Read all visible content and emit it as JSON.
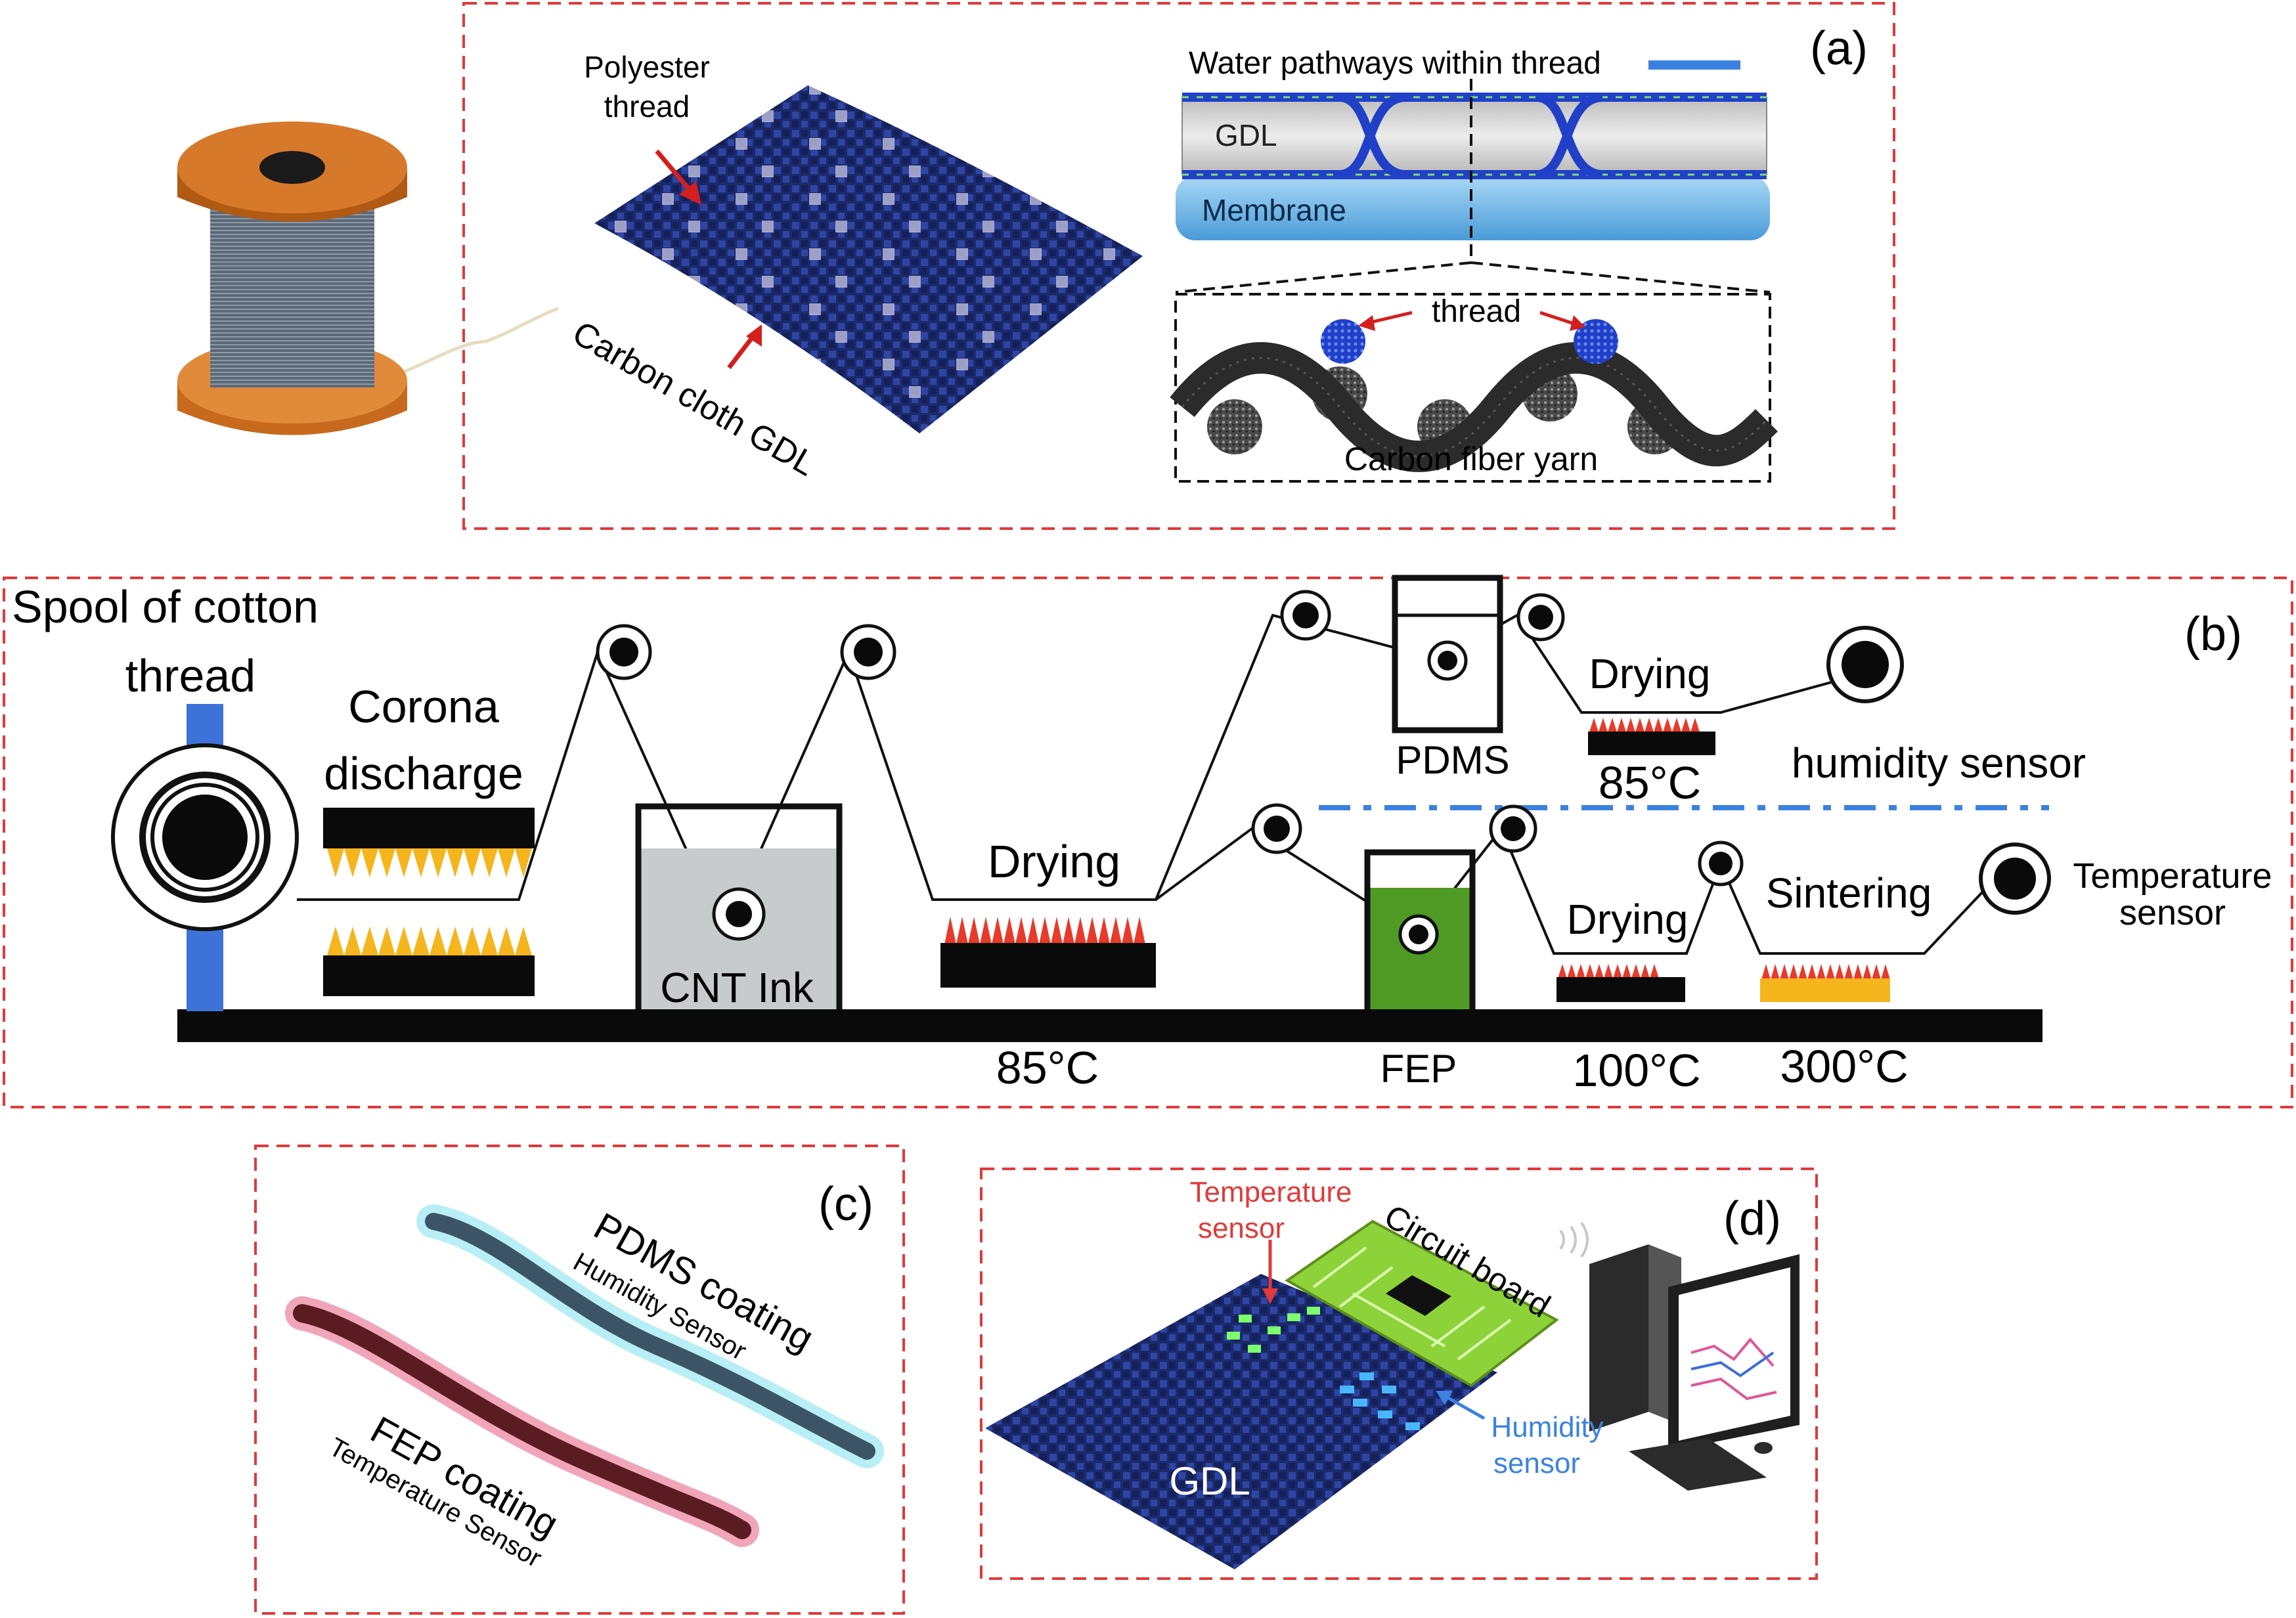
{
  "panel_a": {
    "tag": "(a)",
    "polyester_thread_1": "Polyester",
    "polyester_thread_2": "thread",
    "carbon_cloth": "Carbon cloth GDL",
    "water_pathways": "Water pathways within thread",
    "gdl": "GDL",
    "membrane": "Membrane",
    "thread": "thread",
    "carbon_fiber_yarn": "Carbon fiber yarn"
  },
  "panel_b": {
    "tag": "(b)",
    "spool_1": "Spool of cotton",
    "spool_2": "thread",
    "corona_1": "Corona",
    "corona_2": "discharge",
    "cnt_ink": "CNT Ink",
    "drying_1": "Drying",
    "temp_1": "85°C",
    "pdms": "PDMS",
    "drying_2": "Drying",
    "temp_2": "85°C",
    "humidity_sensor": "humidity sensor",
    "fep": "FEP",
    "drying_3": "Drying",
    "temp_3": "100°C",
    "sintering": "Sintering",
    "temp_4": "300°C",
    "temperature_sensor_1": "Temperature",
    "temperature_sensor_2": "sensor"
  },
  "panel_c": {
    "tag": "(c)",
    "pdms_coating": "PDMS coating",
    "humidity_sensor": "Humidity Sensor",
    "fep_coating": "FEP coating",
    "temperature_sensor": "Temperature Sensor"
  },
  "panel_d": {
    "tag": "(d)",
    "temperature_sensor_1": "Temperature",
    "temperature_sensor_2": "sensor",
    "circuit_board": "Circuit board",
    "humidity_sensor_1": "Humidity",
    "humidity_sensor_2": "sensor",
    "gdl": "GDL"
  },
  "colors": {
    "frame_red": "#e03a3a",
    "navy_cloth": "#1b2a6b",
    "spool_orange": "#c76a1e",
    "membrane_blue": "#7fc0ec",
    "water_blue": "#3b82e0",
    "fep_green": "#4f9a24",
    "flame_yellow": "#f5b51d",
    "heat_red": "#e83a2a",
    "pdms_cyan": "#b8eef6",
    "fep_pink": "#f0a6b8",
    "circuit_green": "#8ed23a"
  }
}
